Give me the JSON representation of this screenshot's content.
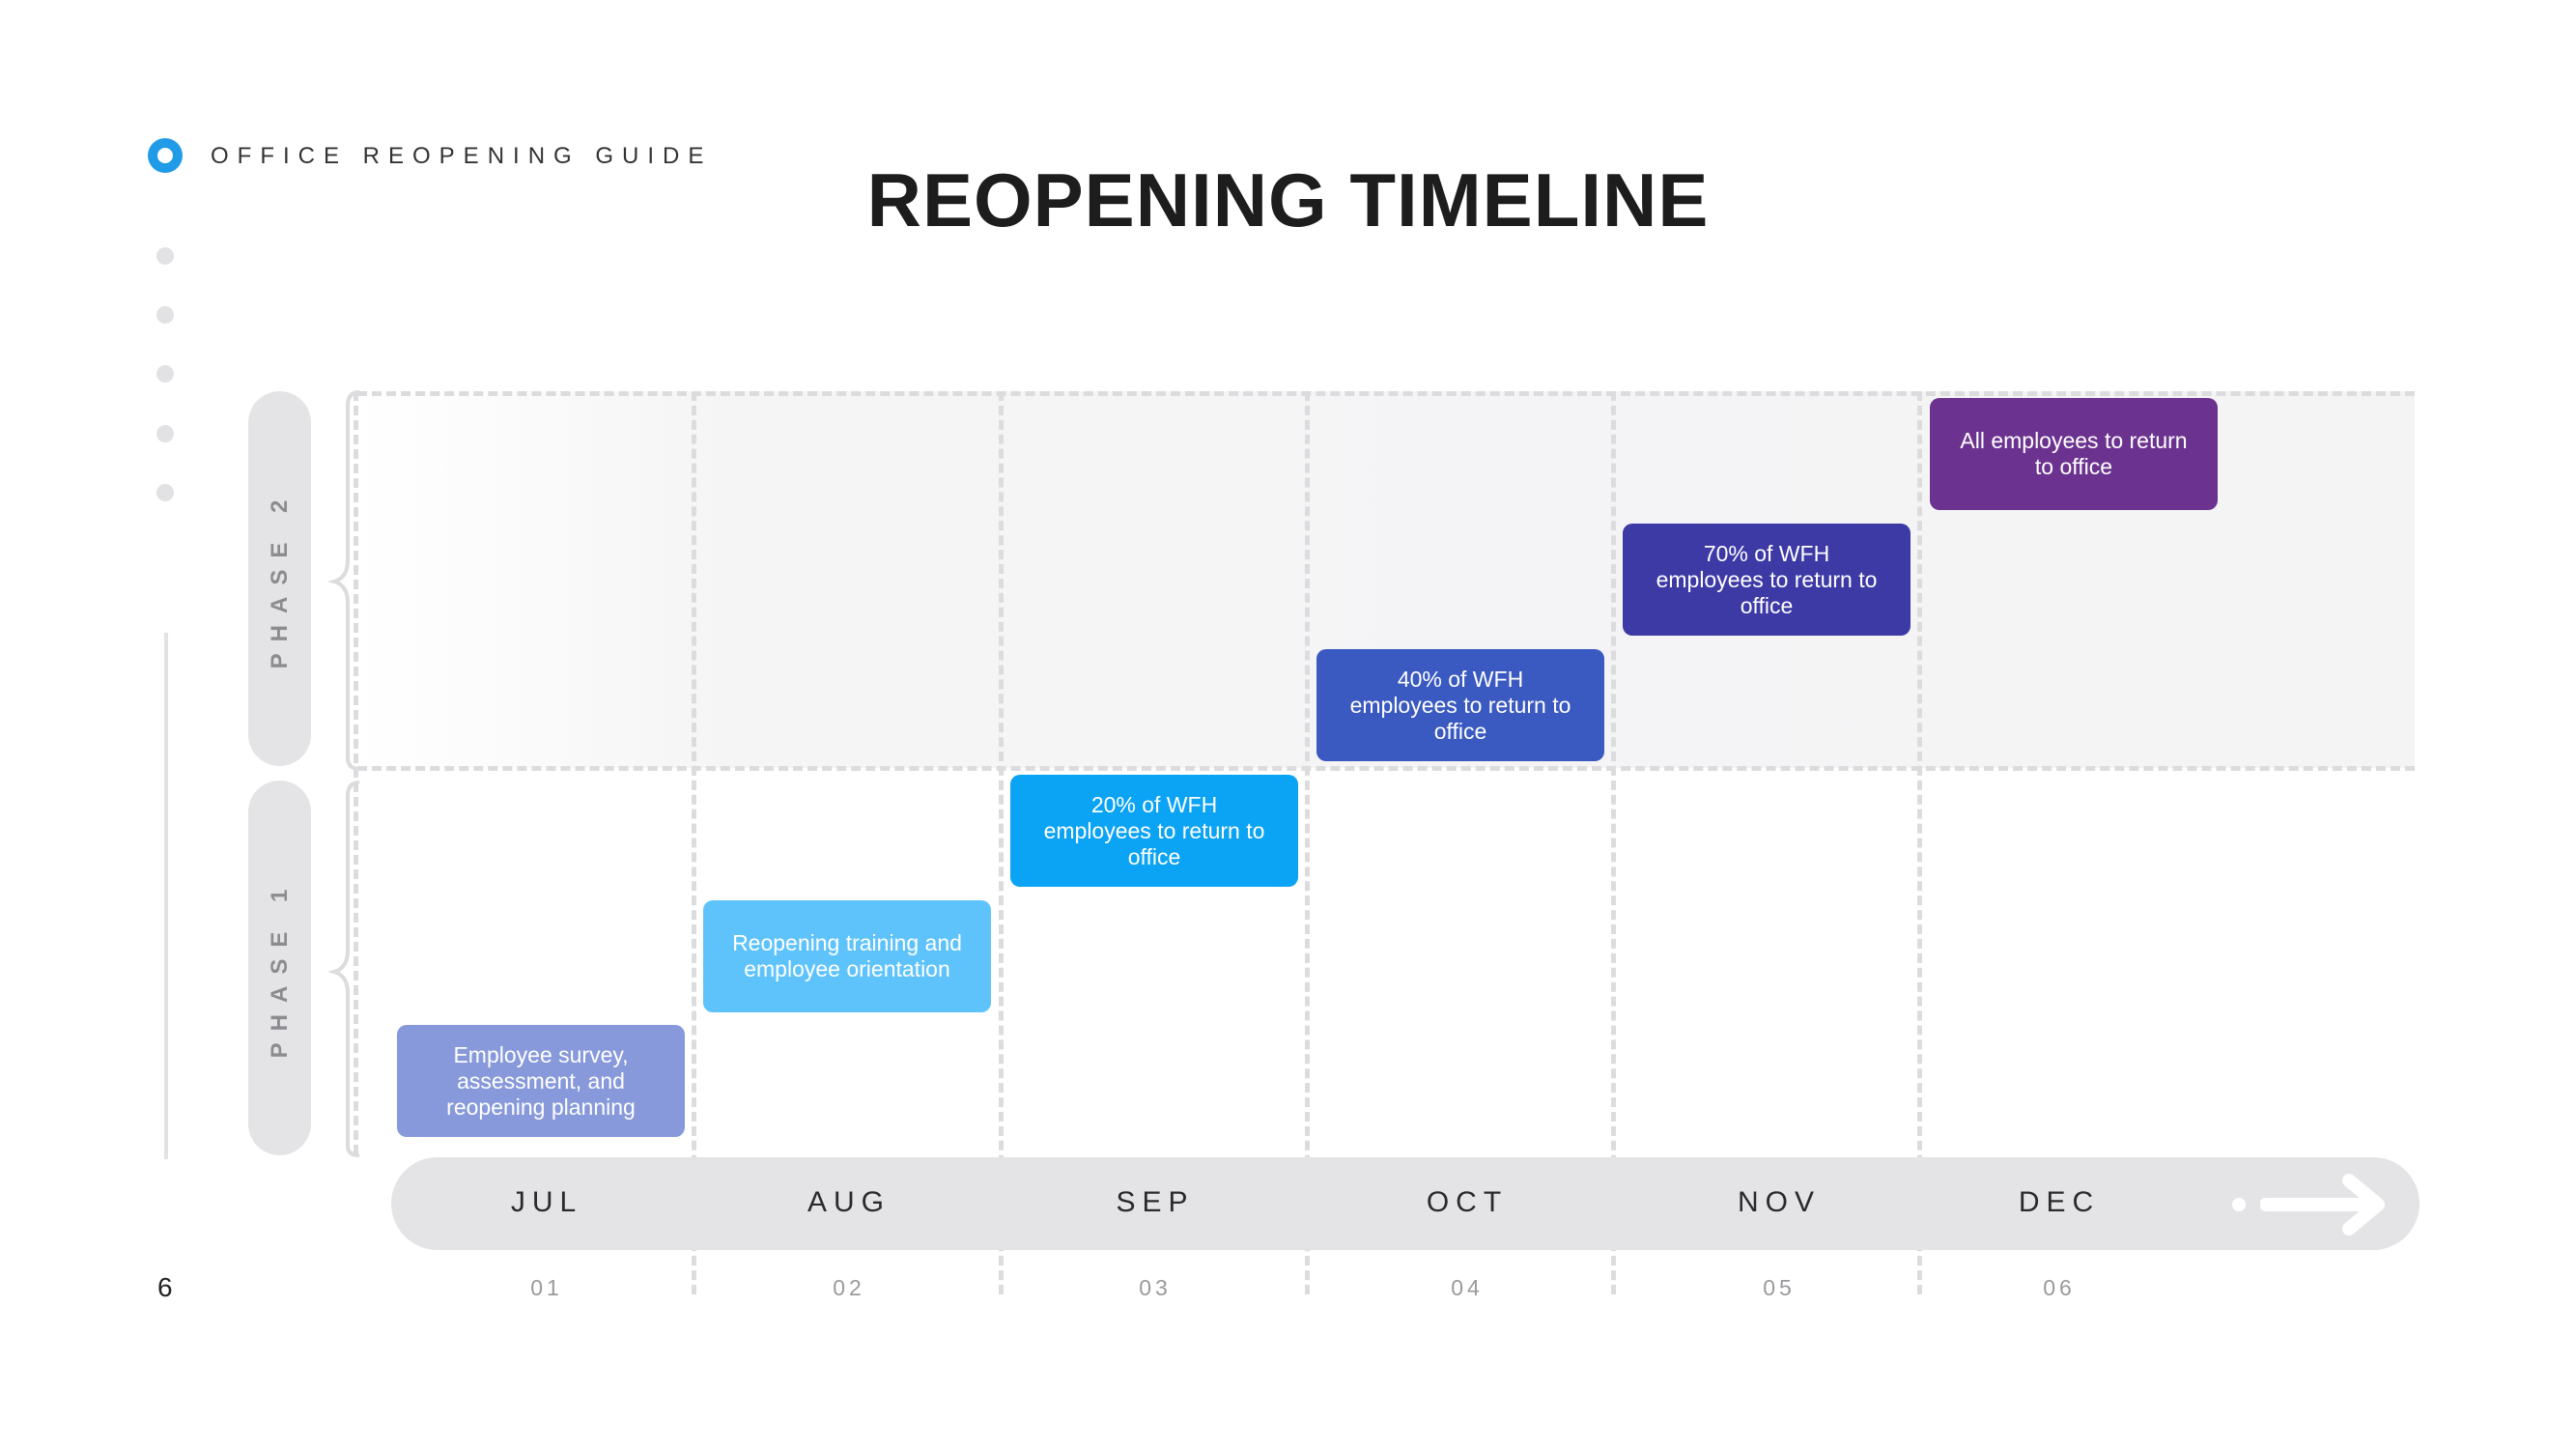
{
  "header": {
    "brand": "OFFICE REOPENING GUIDE",
    "title": "REOPENING TIMELINE"
  },
  "page_number": "6",
  "phases": [
    {
      "label": "PHASE 2"
    },
    {
      "label": "PHASE 1"
    }
  ],
  "months": [
    {
      "label": "JUL",
      "num": "01"
    },
    {
      "label": "AUG",
      "num": "02"
    },
    {
      "label": "SEP",
      "num": "03"
    },
    {
      "label": "OCT",
      "num": "04"
    },
    {
      "label": "NOV",
      "num": "05"
    },
    {
      "label": "DEC",
      "num": "06"
    }
  ],
  "milestones": [
    {
      "text": "Employee survey, assessment, and reopening planning",
      "color": "#8799da"
    },
    {
      "text": "Reopening training and employee orientation",
      "color": "#5fc3fb"
    },
    {
      "text": "20% of WFH employees to return to office",
      "color": "#0ba3f4"
    },
    {
      "text": "40% of WFH employees to return to office",
      "color": "#3a59c1"
    },
    {
      "text": "70% of WFH employees to return to office",
      "color": "#3d3aa6"
    },
    {
      "text": "All employees to return to office",
      "color": "#6b338f"
    }
  ],
  "colors": {
    "accent": "#1f9be8",
    "bar": "#e4e4e6",
    "grid": "#dcdcde"
  },
  "icons": {
    "logo": "ring-icon",
    "timeline_end": "arrow-right-icon"
  }
}
